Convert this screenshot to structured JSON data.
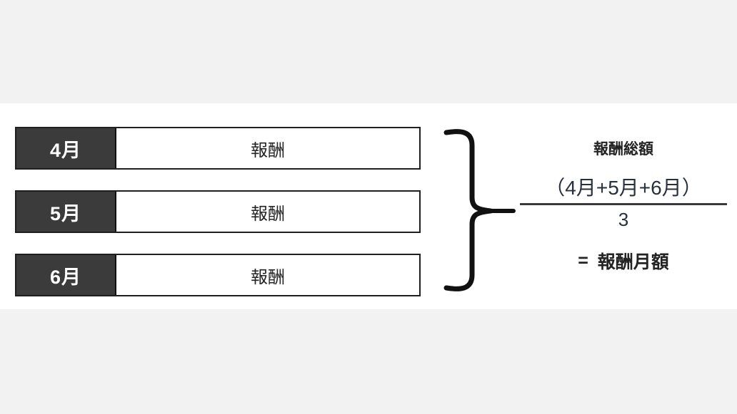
{
  "diagram": {
    "rows": [
      {
        "month": "4月",
        "value": "報酬"
      },
      {
        "month": "5月",
        "value": "報酬"
      },
      {
        "month": "6月",
        "value": "報酬"
      }
    ],
    "formula": {
      "title": "報酬総額",
      "numerator": "（4月+5月+6月）",
      "denominator": "3",
      "equals_sign": "=",
      "result": "報酬月額"
    },
    "colors": {
      "band_background": "#f2f2f2",
      "label_background": "#3b3b3b",
      "box_border": "#1f1f1f",
      "text": "#232323"
    }
  }
}
